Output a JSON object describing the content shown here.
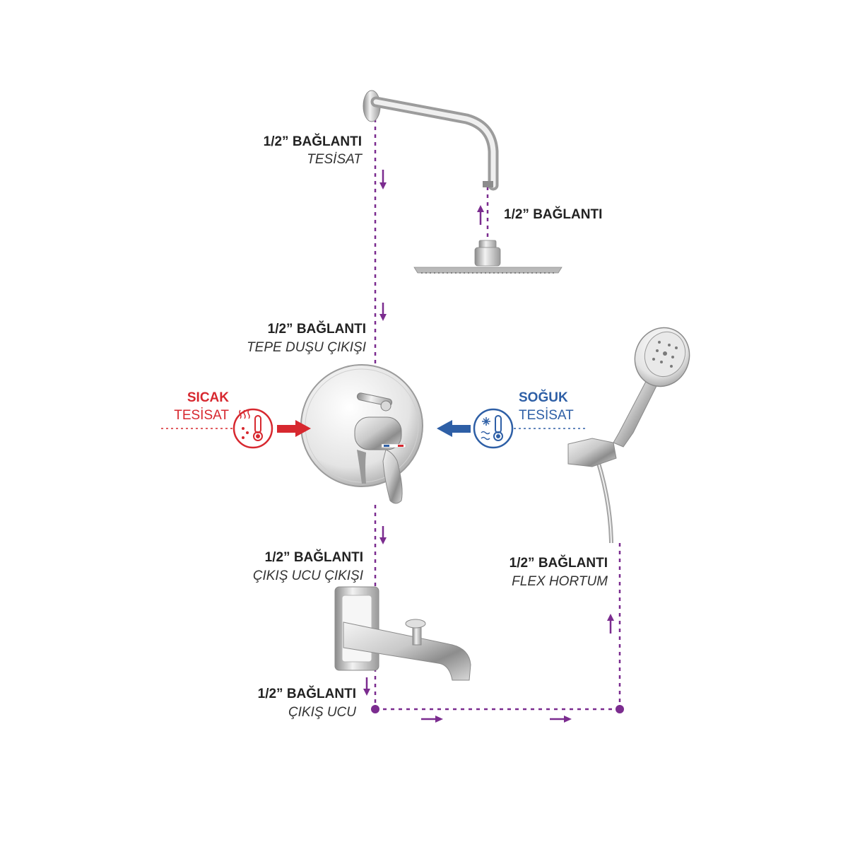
{
  "labels": {
    "supply": {
      "title": "1/2” BAĞLANTI",
      "subtitle": "TESİSAT"
    },
    "head": {
      "title": "1/2” BAĞLANTI"
    },
    "top_outlet": {
      "title": "1/2” BAĞLANTI",
      "subtitle": "TEPE DUŞU ÇIKIŞI"
    },
    "spout_outlet": {
      "title": "1/2” BAĞLANTI",
      "subtitle": "ÇIKIŞ UCU ÇIKIŞI"
    },
    "spout": {
      "title": "1/2” BAĞLANTI",
      "subtitle": "ÇIKIŞ UCU"
    },
    "flex": {
      "title": "1/2” BAĞLANTI",
      "subtitle": "FLEX HORTUM"
    }
  },
  "hot": {
    "title": "SICAK",
    "subtitle": "TESİSAT",
    "color": "#d7282f",
    "icon": "thermometer-hot-icon"
  },
  "cold": {
    "title": "SOĞUK",
    "subtitle": "TESİSAT",
    "color": "#2e5fa6",
    "icon": "thermometer-cold-icon"
  },
  "line_color": "#7b2c8f"
}
